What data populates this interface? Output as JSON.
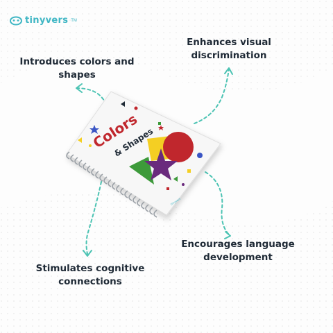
{
  "brand": {
    "name": "tinyvers",
    "tm": "TM",
    "color": "#3fb6c4"
  },
  "features": [
    {
      "line1": "Introduces colors and",
      "line2": "shapes"
    },
    {
      "line1": "Enhances visual",
      "line2": "discrimination"
    },
    {
      "line1": "Encourages language",
      "line2": "development"
    },
    {
      "line1": "Stimulates cognitive",
      "line2": "connections"
    }
  ],
  "book": {
    "title_word1": "Colors",
    "title_word2": "& Shapes",
    "footer_brand": "tinyvers"
  },
  "colors": {
    "arrow": "#4cc3b3",
    "caption_text": "#1f2a36",
    "circle": "#c0272d",
    "square": "#f4cf23",
    "star": "#6a2a7d",
    "triangle": "#3d9a3a"
  }
}
